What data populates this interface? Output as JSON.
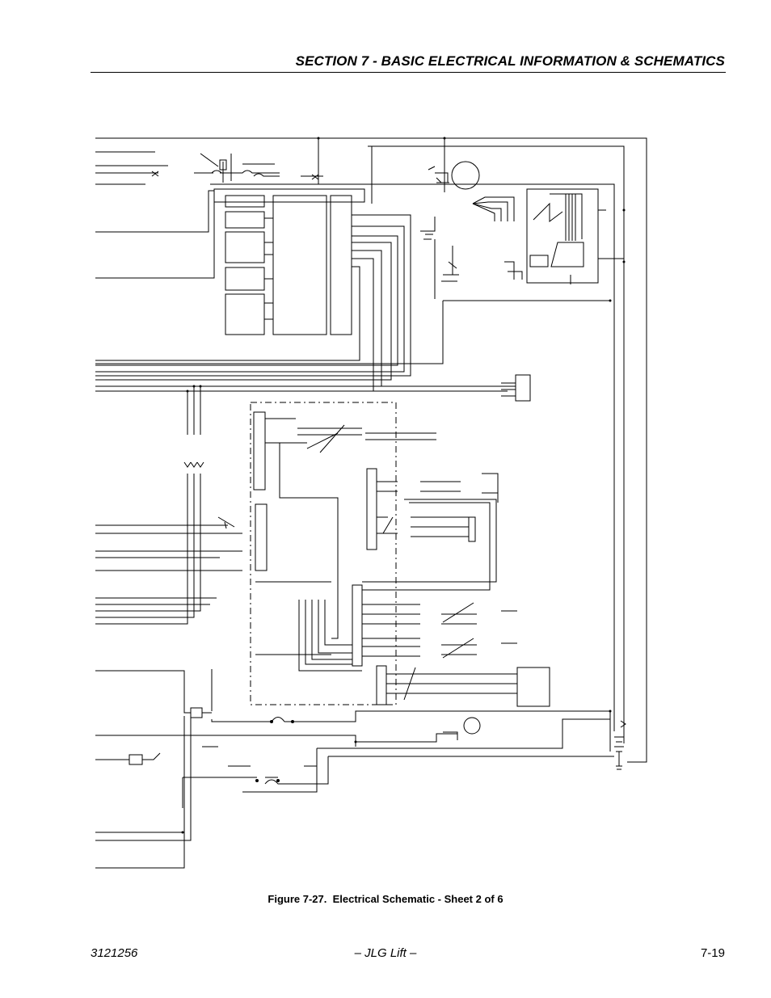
{
  "header": {
    "section_title": "SECTION 7 - BASIC ELECTRICAL INFORMATION & SCHEMATICS"
  },
  "figure": {
    "caption": "Figure 7-27.  Electrical Schematic - Sheet 2 of 6"
  },
  "footer": {
    "doc_number": "3121256",
    "publisher": "– JLG Lift –",
    "page_number": "7-19"
  }
}
